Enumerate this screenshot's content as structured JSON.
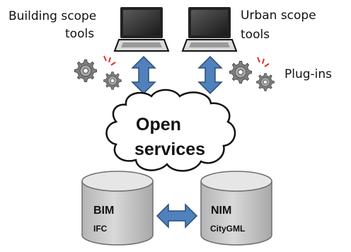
{
  "labels": {
    "building_tools": [
      "Building scope",
      "tools"
    ],
    "urban_tools": [
      "Urban scope",
      "tools"
    ],
    "plugins": "Plug-ins"
  },
  "cloud": {
    "lines": [
      "Open",
      "services"
    ]
  },
  "databases": {
    "left": {
      "title": "BIM",
      "subtitle": "IFC"
    },
    "right": {
      "title": "NIM",
      "subtitle": "CityGML"
    }
  },
  "icons": {
    "laptop": "laptop-icon",
    "gear": "gear-icon",
    "arrow": "double-arrow-icon",
    "database": "database-cylinder-icon",
    "cloud": "cloud-icon"
  },
  "colors": {
    "arrow_fill": "#4f81bd",
    "arrow_stroke": "#2c4d75",
    "gear": "#7f7f7f",
    "spark": "#e0302a",
    "db_fill": "#c8c8c8",
    "cloud_stroke": "#111111"
  }
}
